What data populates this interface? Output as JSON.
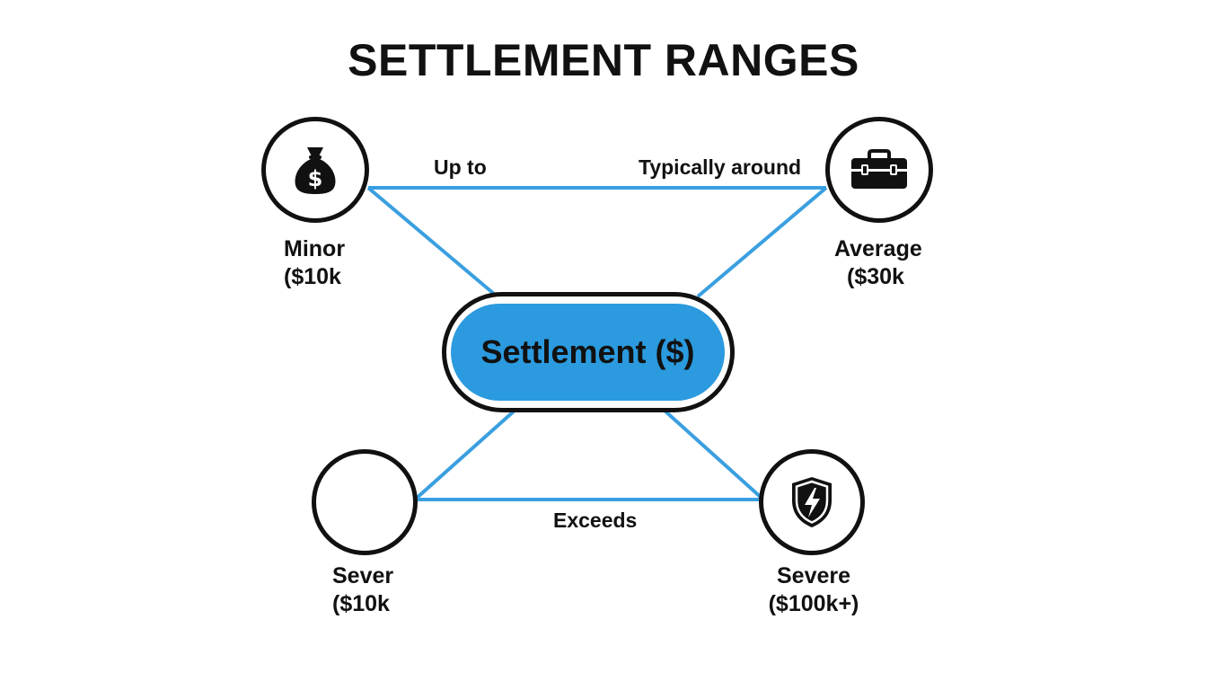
{
  "title": "SETTLEMENT RANGES",
  "center": {
    "label": "Settlement ($)"
  },
  "nodes": {
    "minor": {
      "line1": "Minor",
      "line2": "($10k",
      "icon": "money-bag-icon"
    },
    "average": {
      "line1": "Average",
      "line2": "($30k",
      "icon": "briefcase-icon"
    },
    "sever": {
      "line1": "Sever",
      "line2": "($10k",
      "icon": ""
    },
    "severe": {
      "line1": "Severe",
      "line2": "($100k+)",
      "icon": "shield-bolt-icon"
    }
  },
  "edge_labels": {
    "minor_to_average": {
      "left": "Up to",
      "right": "Typically around"
    },
    "sever_to_severe": "Exceeds"
  },
  "colors": {
    "accent": "#2b9ade",
    "line": "#3a9fe0",
    "ink": "#111111",
    "background": "#ffffff"
  }
}
